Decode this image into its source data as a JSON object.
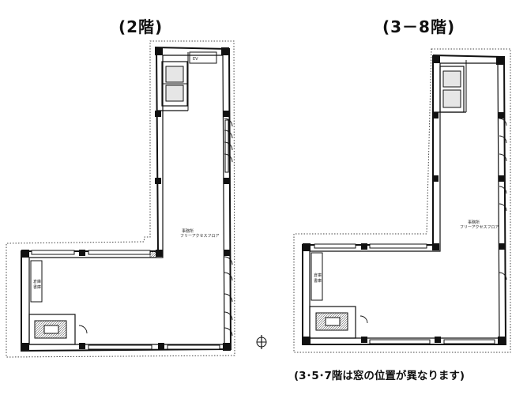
{
  "titles": {
    "floor2": "(2階)",
    "floor3to8": "(3－8階)"
  },
  "note": "(3･5･7階は窓の位置が異なります)",
  "plan_labels": {
    "floor2_office": [
      "事務所",
      "フリーアクセスフロア"
    ],
    "floor3_office": [
      "事務所",
      "フリーアクセスフロア"
    ],
    "floor2_storage": [
      "倉庫",
      "書庫"
    ],
    "floor3_storage": [
      "倉庫",
      "書庫"
    ]
  },
  "icons": [
    "north-arrow-icon",
    "door-swing-icon",
    "stair-icon",
    "elevator-icon",
    "column-icon"
  ]
}
